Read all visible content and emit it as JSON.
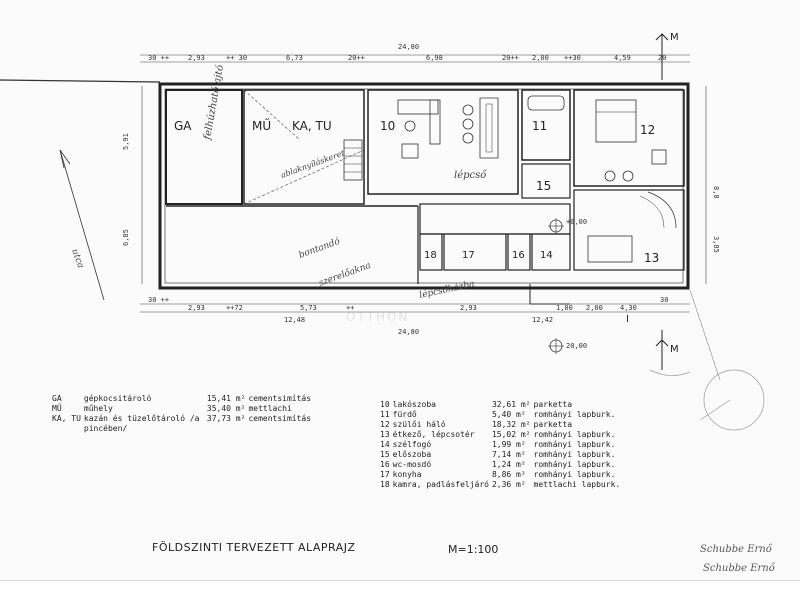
{
  "rooms": {
    "ga": "GA",
    "mu": "MŰ",
    "katu": "KA, TU",
    "r10": "10",
    "r11": "11",
    "r12": "12",
    "r13": "13",
    "r14": "14",
    "r15": "15",
    "r16": "16",
    "r17": "17",
    "r18": "18"
  },
  "dimensions": {
    "top": [
      "30 ++",
      "2,93",
      "++ 30",
      "6,73",
      "20++",
      "6,98",
      "20++",
      "2,00",
      "++30",
      "4,59",
      "20"
    ],
    "top_total": "24,80",
    "bottom": [
      "30 ++",
      "2,93",
      "++72",
      "5,73",
      "++",
      "2,93",
      "1,00",
      "12,42",
      "2,00",
      "4,30",
      "30"
    ],
    "bottom_total": "24,80",
    "bottom_sub": "12,48",
    "right": [
      "8,8",
      "3,85"
    ],
    "left": [
      "5,91",
      "6,85"
    ],
    "level": "+0,00",
    "level_lower": "20,00"
  },
  "markers": {
    "north_top": "M",
    "north_bottom": "M",
    "section": "I"
  },
  "handwriting": {
    "street": "utca",
    "pit": "ablaknyíláskeret",
    "stair_note": "lépcső",
    "notes": [
      "felhúzható ajtó",
      "bontandó",
      "szerelőakna",
      "lépcsőházba"
    ]
  },
  "legend_left": [
    {
      "code": "GA",
      "name": "gépkocsitároló",
      "area": "15,41 m²",
      "finish": "cementsimítás"
    },
    {
      "code": "MŰ",
      "name": "műhely",
      "area": "35,40 m²",
      "finish": "mettlachi"
    },
    {
      "code": "KA, TU",
      "name": "kazán és tüzelőtároló /a pincében/",
      "area": "37,73 m²",
      "finish": "cementsimítás"
    }
  ],
  "legend_right": [
    {
      "code": "10",
      "name": "lakószoba",
      "area": "32,61 m²",
      "finish": "parketta"
    },
    {
      "code": "11",
      "name": "fürdő",
      "area": "5,40 m²",
      "finish": "romhányi lapburk."
    },
    {
      "code": "12",
      "name": "szülői háló",
      "area": "18,32 m²",
      "finish": "parketta"
    },
    {
      "code": "13",
      "name": "étkező, lépcsotér",
      "area": "15,02 m²",
      "finish": "romhányi lapburk."
    },
    {
      "code": "14",
      "name": "szélfogó",
      "area": "1,99 m²",
      "finish": "romhányi lapburk."
    },
    {
      "code": "15",
      "name": "előszoba",
      "area": "7,14 m²",
      "finish": "romhányi lapburk."
    },
    {
      "code": "16",
      "name": "wc-mosdó",
      "area": "1,24 m²",
      "finish": "romhányi lapburk."
    },
    {
      "code": "17",
      "name": "konyha",
      "area": "8,86 m²",
      "finish": "romhányi lapburk."
    },
    {
      "code": "18",
      "name": "kamra, padlásfeljáró",
      "area": "2,36 m²",
      "finish": "mettlachi lapburk."
    }
  ],
  "title": "FÖLDSZINTI TERVEZETT ALAPRAJZ",
  "scale": "M=1:100",
  "signature1": "Schubbe Ernő",
  "signature2": "Schubbe Ernő",
  "watermark": "OTTHON"
}
